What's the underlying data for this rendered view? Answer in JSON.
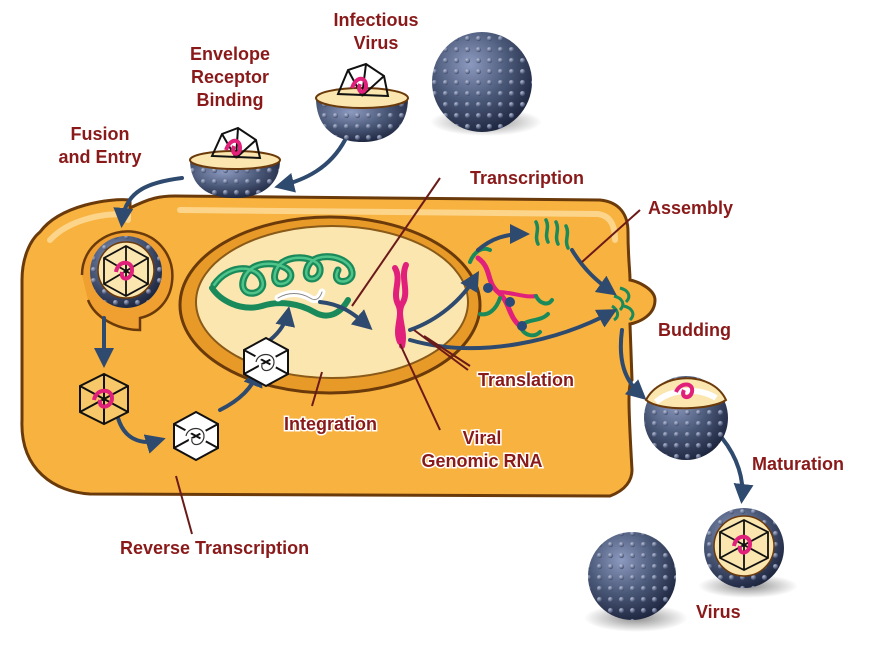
{
  "labels": {
    "infectious_virus": [
      "Infectious",
      "Virus"
    ],
    "envelope_receptor_binding": [
      "Envelope",
      "Receptor",
      "Binding"
    ],
    "fusion_and_entry": [
      "Fusion",
      "and Entry"
    ],
    "transcription": "Transcription",
    "assembly": "Assembly",
    "budding": "Budding",
    "translation": "Translation",
    "integration": "Integration",
    "viral_genomic_rna": [
      "Viral",
      "Genomic RNA"
    ],
    "maturation": "Maturation",
    "reverse_transcription": "Reverse Transcription",
    "virus": "Virus"
  },
  "colors": {
    "label_text": "#8a1a1a",
    "cytoplasm": "#f7b23f",
    "cytoplasm_outline": "#6b3a0a",
    "nucleus": "#fbe6b0",
    "virion": "#4a5878",
    "arrow": "#2e4a6e",
    "viral_rna": "#e0207a",
    "host_dna": "#1a8a5a"
  }
}
